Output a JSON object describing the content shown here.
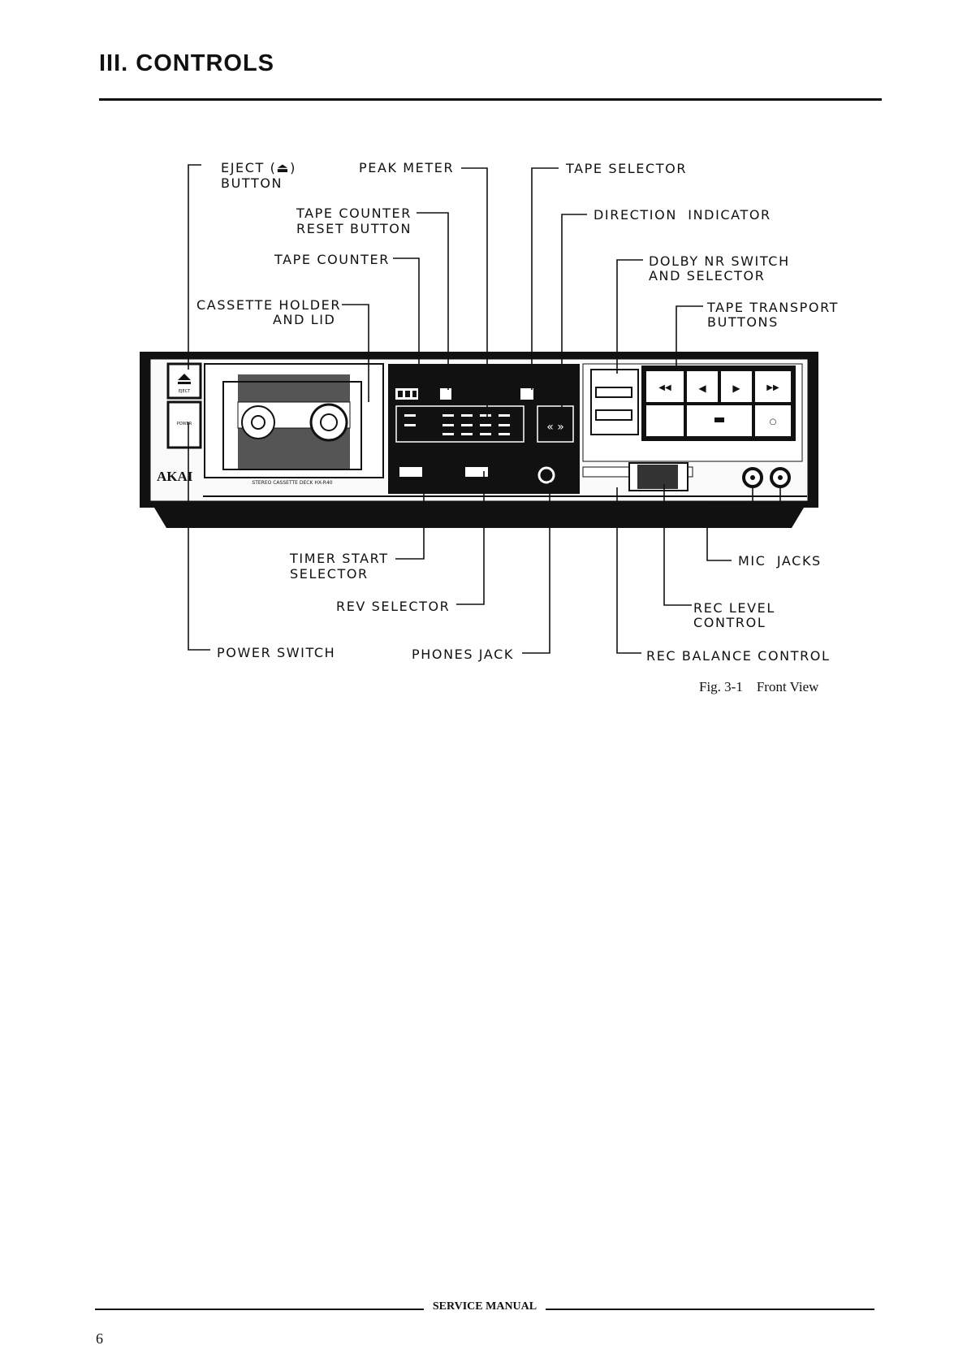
{
  "section_heading": "III. CONTROLS",
  "labels": {
    "eject_1": "EJECT (⏏)",
    "eject_2": "BUTTON",
    "peak_meter": "PEAK METER",
    "tape_selector": "TAPE SELECTOR",
    "counter_reset_1": "TAPE COUNTER",
    "counter_reset_2": "RESET BUTTON",
    "direction_indicator": "DIRECTION  INDICATOR",
    "tape_counter": "TAPE COUNTER",
    "dolby_1": "DOLBY NR SWITCH",
    "dolby_2": "AND SELECTOR",
    "cassette_1": "CASSETTE HOLDER",
    "cassette_2": "AND LID",
    "transport_1": "TAPE TRANSPORT",
    "transport_2": "BUTTONS",
    "timer_1": "TIMER START",
    "timer_2": "SELECTOR",
    "mic_jacks": "MIC  JACKS",
    "rev_selector": "REV SELECTOR",
    "rec_level_1": "REC LEVEL",
    "rec_level_2": "CONTROL",
    "power_switch": "POWER SWITCH",
    "phones_jack": "PHONES JACK",
    "rec_balance": "REC BALANCE CONTROL"
  },
  "device": {
    "brand": "AKAI",
    "panel_text": "STEREO CASSETTE DECK  HX-R40",
    "eject_key": "EJECT",
    "power_key": "POWER"
  },
  "caption": "Fig. 3-1    Front View",
  "footer": "SERVICE MANUAL",
  "page_number": "6"
}
